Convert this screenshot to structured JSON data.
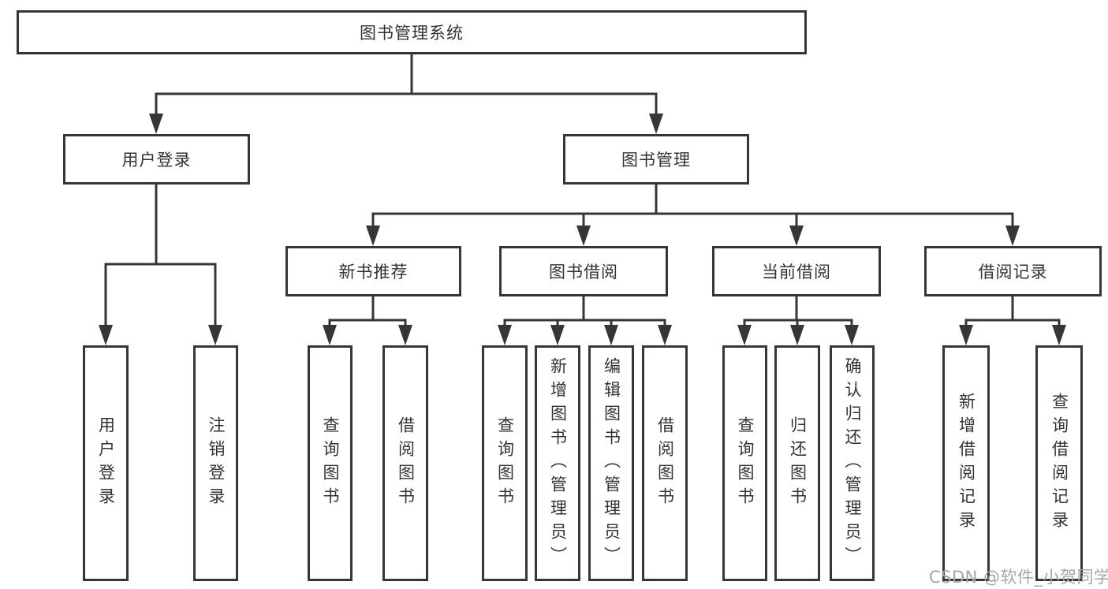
{
  "diagram": {
    "root": {
      "label": "图书管理系统"
    },
    "level1": [
      {
        "label": "用户登录"
      },
      {
        "label": "图书管理"
      }
    ],
    "level2": [
      {
        "label": "新书推荐"
      },
      {
        "label": "图书借阅"
      },
      {
        "label": "当前借阅"
      },
      {
        "label": "借阅记录"
      }
    ],
    "leafGroups": {
      "userLogin": [
        {
          "label": "用户登录"
        },
        {
          "label": "注销登录"
        }
      ],
      "newBooks": [
        {
          "label": "查询图书"
        },
        {
          "label": "借阅图书"
        }
      ],
      "bookBorrow": [
        {
          "label": "查询图书"
        },
        {
          "label": "新增图书（管理员）"
        },
        {
          "label": "编辑图书（管理员）"
        },
        {
          "label": "借阅图书"
        }
      ],
      "currentBorrow": [
        {
          "label": "查询图书"
        },
        {
          "label": "归还图书"
        },
        {
          "label": "确认归还（管理员）"
        }
      ],
      "borrowRecords": [
        {
          "label": "新增借阅记录"
        },
        {
          "label": "查询借阅记录"
        }
      ]
    },
    "watermark": "CSDN @软件_小贺同学",
    "colors": {
      "line": "#363636",
      "boxBorder": "#363636",
      "boxFill": "#ffffff",
      "text": "#333333",
      "watermark": "#a6a6a6",
      "background": "#ffffff"
    }
  }
}
